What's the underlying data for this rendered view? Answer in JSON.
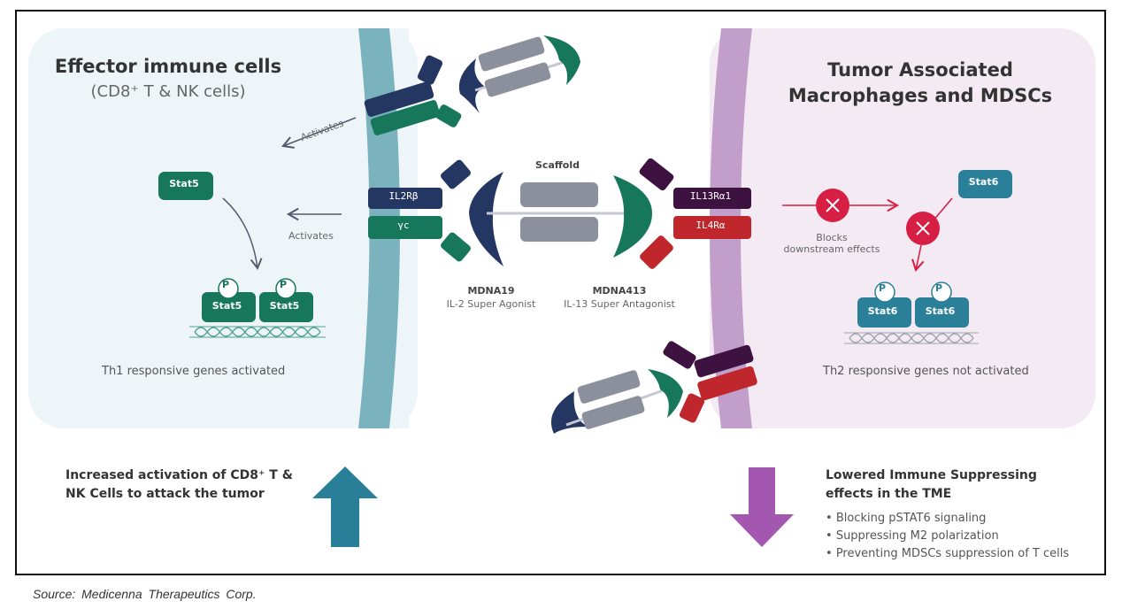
{
  "left_panel": {
    "title": "Effector immune cells",
    "subtitle": "(CD8⁺ T & NK cells)",
    "activates_label_1": "Activates",
    "activates_label_2": "Activates",
    "stat5_free": "Stat5",
    "stat5_dimer": [
      "Stat5",
      "Stat5"
    ],
    "phospho_label": "P",
    "genes_text": "Th1 responsive genes activated",
    "receptor_top": "IL2Rβ",
    "receptor_bottom": "γc"
  },
  "center": {
    "scaffold_label": "Scaffold",
    "agonist_name": "MDNA19",
    "agonist_desc": "IL-2 Super Agonist",
    "antagonist_name": "MDNA413",
    "antagonist_desc": "IL-13 Super Antagonist"
  },
  "right_panel": {
    "title_line1": "Tumor Associated",
    "title_line2": "Macrophages and MDSCs",
    "receptor_top": "IL13Rα1",
    "receptor_bottom": "IL4Rα",
    "stat6_free": "Stat6",
    "stat6_dimer": [
      "Stat6",
      "Stat6"
    ],
    "phospho_label": "P",
    "blocks_label_1": "Blocks",
    "blocks_label_2": "downstream effects",
    "genes_text": "Th2 responsive genes not activated"
  },
  "bottom_left": {
    "text": "Increased activation of CD8⁺ T & NK Cells to attack the tumor",
    "arrow": "up-arrow"
  },
  "bottom_right": {
    "heading": "Lowered Immune Suppressing effects in the TME",
    "bullets": [
      "Blocking pSTAT6 signaling",
      "Suppressing M2 polarization",
      "Preventing MDSCs suppression of T cells"
    ],
    "arrow": "down-arrow"
  },
  "source": "Source: Medicenna Therapeutics Corp.",
  "colors": {
    "left_bg": "#eef5f8",
    "right_bg": "#f3eaf3",
    "left_membrane": "#7ab3bd",
    "right_membrane": "#c29fca",
    "navy": "#243763",
    "green": "#16775a",
    "plum": "#3d1240",
    "red": "#c0272d",
    "gray": "#8c8f9c",
    "teal": "#2a8098",
    "block_red": "#d71f45",
    "up_arrow": "#2a7f98",
    "down_arrow": "#a357b0"
  }
}
